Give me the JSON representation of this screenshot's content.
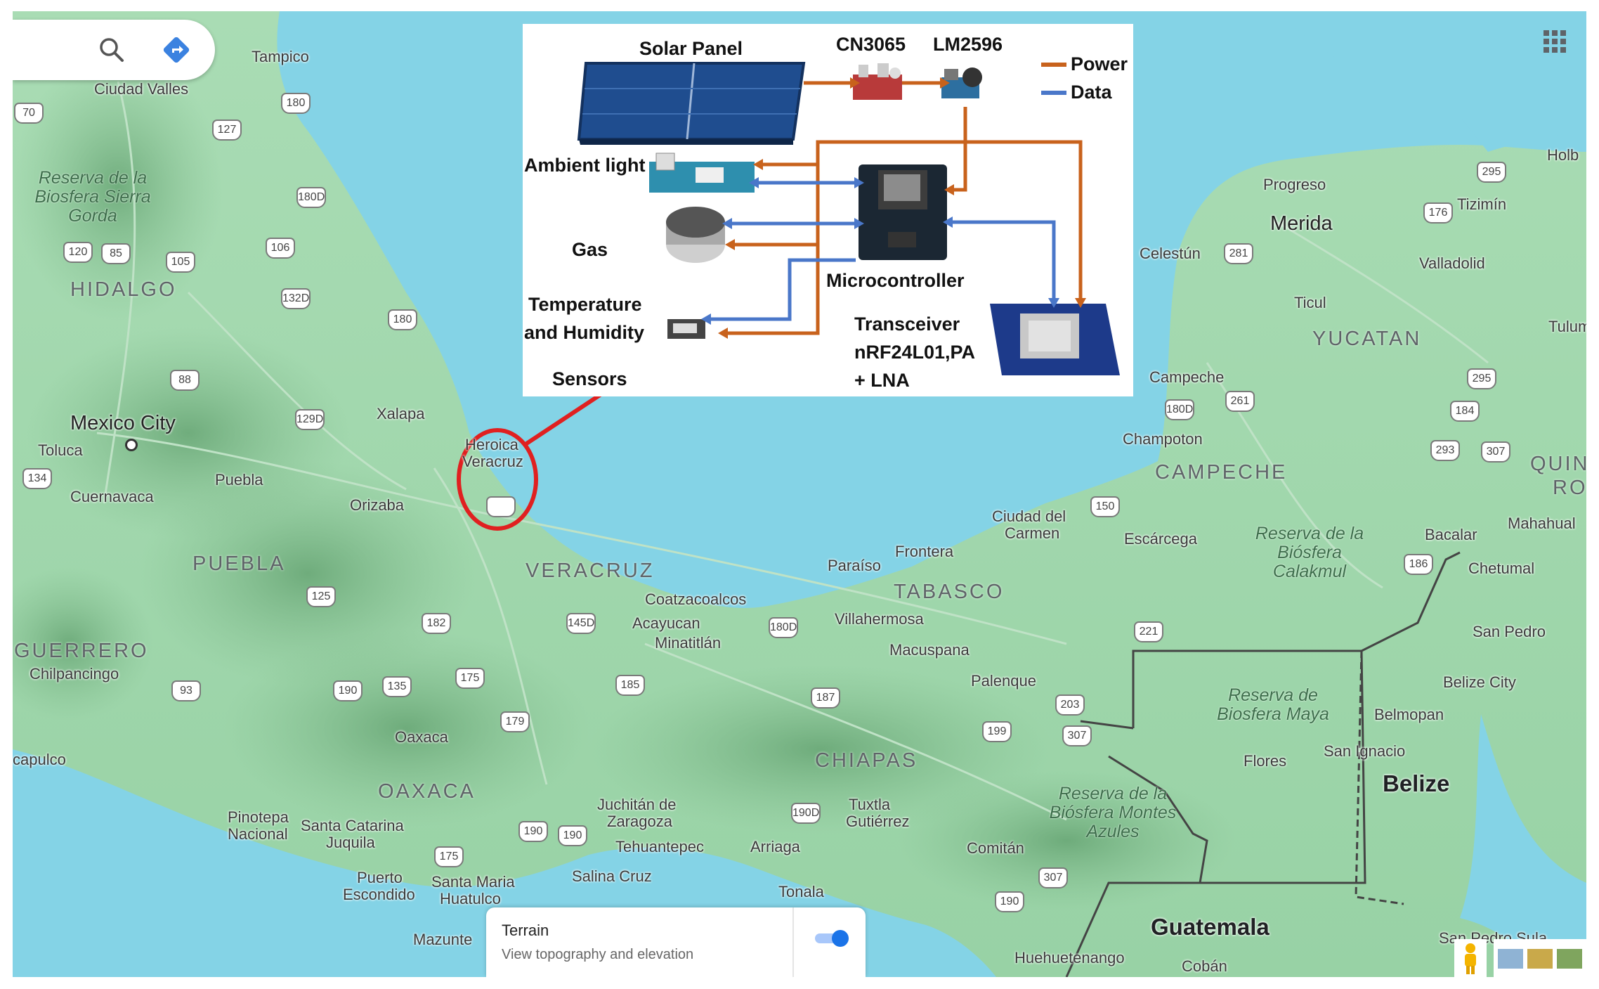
{
  "map": {
    "state_labels": [
      "HIDALGO",
      "PUEBLA",
      "GUERRERO",
      "OAXACA",
      "VERACRUZ",
      "TABASCO",
      "CHIAPAS",
      "YUCATAN",
      "CAMPECHE",
      "QUIN",
      "RO"
    ],
    "countries": [
      "Belize",
      "Guatemala"
    ],
    "big_cities": [
      "Mexico City",
      "Merida"
    ],
    "cities": [
      "Tampico",
      "Ciudad Valles",
      "Toluca",
      "Puebla",
      "Cuernavaca",
      "Xalapa",
      "Heroica",
      "Veracruz",
      "Orizaba",
      "Chilpancingo",
      "Oaxaca",
      "Pinotepa",
      "Nacional",
      "Santa Catarina",
      "Juquila",
      "Puerto",
      "Escondido",
      "Santa Maria",
      "Huatulco",
      "Mazunte",
      "Juchitán de",
      "Zaragoza",
      "Tehuantepec",
      "Salina Cruz",
      "Coatzacoalcos",
      "Acayucan",
      "Minatitlán",
      "Paraíso",
      "Frontera",
      "Villahermosa",
      "Macuspana",
      "Palenque",
      "Tuxtla",
      "Gutiérrez",
      "Arriaga",
      "Tonala",
      "Comitán",
      "Huehuetenango",
      "Cobán",
      "Flores",
      "San Ignacio",
      "Belmopan",
      "Belize City",
      "San Pedro",
      "San Pedro Sula",
      "Chetumal",
      "Bacalar",
      "Mahahual",
      "Escárcega",
      "Ciudad del",
      "Carmen",
      "Champoton",
      "Campeche",
      "Celestún",
      "Progreso",
      "Tizimín",
      "Valladolid",
      "Ticul",
      "Tulum",
      "Holb",
      "capulco"
    ],
    "reserves": [
      "Reserva de la Biosfera Sierra Gorda",
      "Reserva de la Biósfera Calakmul",
      "Reserva de Biosfera Maya",
      "Reserva de la Biósfera Montes Azules"
    ],
    "shields": [
      "180",
      "127",
      "70",
      "180D",
      "106",
      "120",
      "85",
      "105",
      "132D",
      "180",
      "88",
      "129D",
      "134",
      "125",
      "182",
      "175",
      "190",
      "135",
      "93",
      "179",
      "185",
      "145D",
      "180D",
      "187",
      "199",
      "203",
      "307",
      "190D",
      "190",
      "190",
      "175",
      "221",
      "180D",
      "261",
      "281",
      "176",
      "295",
      "295",
      "184",
      "293",
      "307",
      "186",
      "307",
      "190",
      "150"
    ]
  },
  "search": {
    "search_icon": "search-icon",
    "directions_icon": "directions-icon"
  },
  "apps_icon": "apps-grid-icon",
  "inset": {
    "labels": {
      "solar_panel": "Solar Panel",
      "cn3065": "CN3065",
      "lm2596": "LM2596",
      "power": "Power",
      "data": "Data",
      "ambient_light": "Ambient light",
      "gas": "Gas",
      "temperature": "Temperature",
      "humidity": "and Humidity",
      "sensors": "Sensors",
      "microcontroller": "Microcontroller",
      "transceiver_1": "Transceiver",
      "transceiver_2": "nRF24L01,PA",
      "transceiver_3": "+ LNA"
    },
    "colors": {
      "power": "#c8621c",
      "data": "#4a77c9"
    }
  },
  "highlight_color": "#e02020",
  "terrain": {
    "title": "Terrain",
    "subtitle": "View topography and elevation",
    "enabled": true
  }
}
